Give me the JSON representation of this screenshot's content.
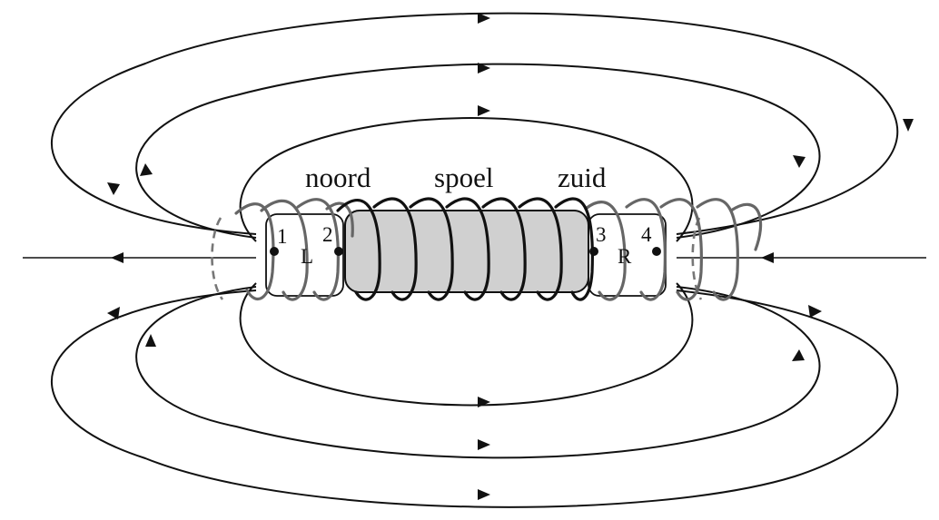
{
  "labels": {
    "north": "noord",
    "coil": "spoel",
    "south": "zuid",
    "left_magnet": "L",
    "right_magnet": "R"
  },
  "points": [
    "1",
    "2",
    "3",
    "4"
  ],
  "colors": {
    "core_fill": "#d0d0d0",
    "line": "#111111",
    "gray_windings": "#666666"
  }
}
